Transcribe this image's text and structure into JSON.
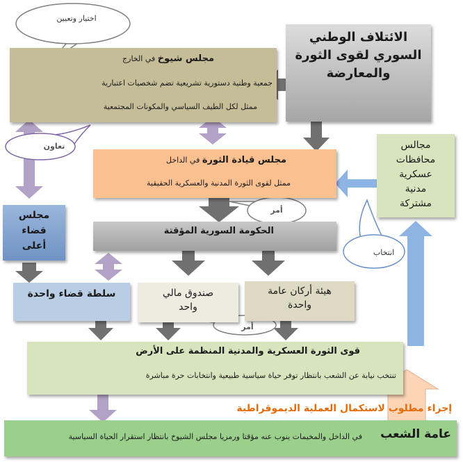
{
  "bubbles": {
    "selection": "اختيار وتعيين",
    "cooperation": "تعاون",
    "command1": "أمر",
    "election": "انتخاب",
    "command2": "أمر"
  },
  "coalition": {
    "line1": "الائتلاف الوطني",
    "line2": "السوري لقوى الثورة",
    "line3": "والمعارضة"
  },
  "elders_council": {
    "title_bold": "مجلس شيوخ",
    "title_rest": "في الخارج",
    "line1": "جمعية وطنية دستورية تشريعية تضم شخصيات اعتبارية",
    "line2": "ممثل لكل الطيف السياسي والمكونات المجتمعية"
  },
  "revolution_council": {
    "title_bold": "مجلس قيادة الثورة",
    "title_rest": "في الداخل",
    "line1": "ممثل لقوى الثورة المدنية والعسكرية الحقيقية"
  },
  "province_councils": {
    "line1": "مجالس",
    "line2": "محافظات",
    "line3": "عسكرية",
    "line4": "مدنية",
    "line5": "مشتركة"
  },
  "judicial_council": {
    "line1": "مجلس",
    "line2": "قضاء",
    "line3": "أعلى"
  },
  "government": {
    "title": "الحكومة السورية المؤقتة"
  },
  "judiciary": {
    "title": "سلطة قضاء واحدة"
  },
  "fund": {
    "line1": "صندوق مالي",
    "line2": "واحد"
  },
  "staff": {
    "line1": "هيئة أركان عامة",
    "line2": "واحدة"
  },
  "forces": {
    "title": "قوى الثورة العسكرية والمدنية المنظمة على الأرض",
    "line1": "تنتخب نيابة عن الشعب بانتظار توفر حياة سياسية طبيعية وانتخابات حرة مباشرة"
  },
  "procedure": {
    "text": "إجراء مطلوب لاستكمال العملية الديموقراطية"
  },
  "people": {
    "title": "عامة الشعب",
    "line1": "في الداخل والمخيمات ينوب عنه مؤقتا ورمزيا مجلس الشيوخ بانتظار استقرار الحياة السياسية"
  },
  "colors": {
    "arrow_gray": "#707070",
    "arrow_purple": "#b3a2c7",
    "arrow_blue": "#8eb4e3",
    "arrow_peach": "#fbd5b5",
    "procedure_text": "#e46c0a"
  }
}
